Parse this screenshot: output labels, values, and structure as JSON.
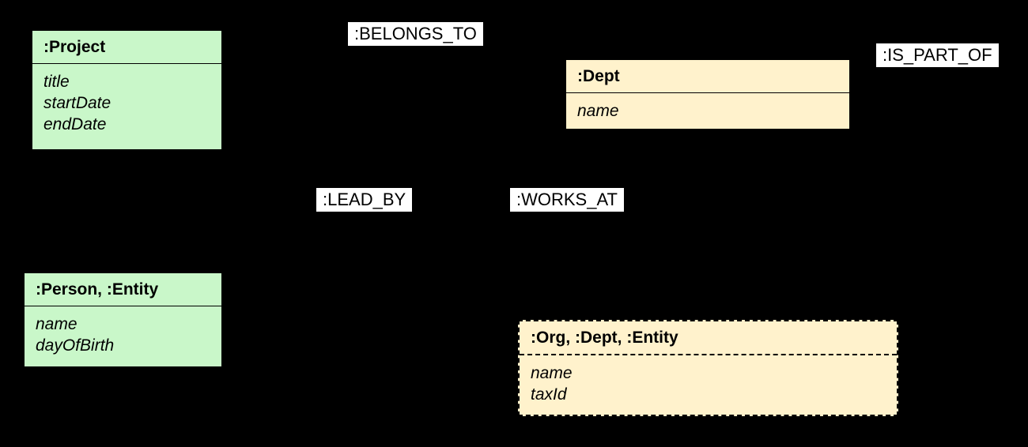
{
  "colors": {
    "background": "#000000",
    "node_green_fill": "#c9f7c9",
    "node_yellow_fill": "#fff2cc",
    "node_border": "#000000",
    "relationship_label_background": "#ffffff",
    "text": "#000000"
  },
  "nodes": {
    "project": {
      "label": ":Project",
      "attributes": [
        "title",
        "startDate",
        "endDate"
      ]
    },
    "dept": {
      "label": ":Dept",
      "attributes": [
        "name"
      ]
    },
    "person": {
      "label": ":Person, :Entity",
      "attributes": [
        "name",
        "dayOfBirth"
      ]
    },
    "org": {
      "label": ":Org, :Dept, :Entity",
      "attributes": [
        "name",
        "taxId"
      ]
    }
  },
  "relationships": {
    "belongs_to": ":BELONGS_TO",
    "is_part_of": ":IS_PART_OF",
    "lead_by": ":LEAD_BY",
    "works_at": ":WORKS_AT"
  }
}
